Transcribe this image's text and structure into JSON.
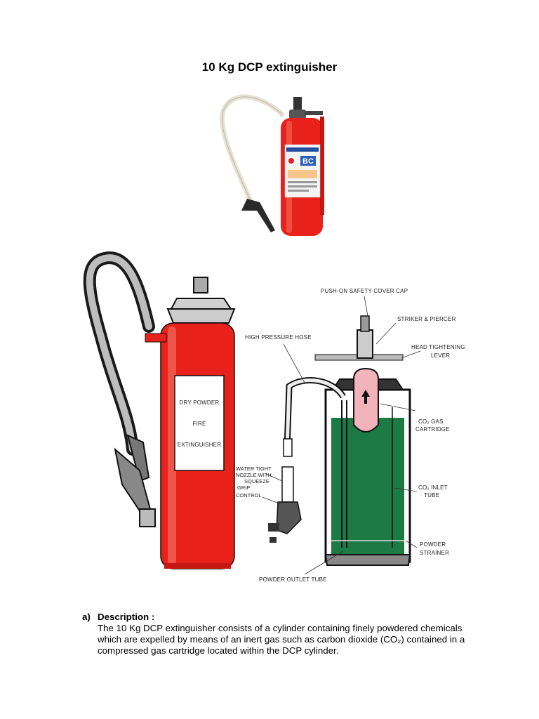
{
  "title": "10 Kg DCP extinguisher",
  "photo": {
    "label_letters": "BC"
  },
  "diagram": {
    "cylinder_label": [
      "DRY POWDER",
      "FIRE",
      "EXTINGUISHER"
    ],
    "labels": {
      "safety_cap": "PUSH-ON SAFETY COVER CAP",
      "striker": "STRIKER & PIERCER",
      "hose": "HIGH PRESSURE HOSE",
      "head_lever_1": "HEAD TIGHTENING",
      "head_lever_2": "LEVER",
      "co2_cartridge_1": "CO₂ GAS",
      "co2_cartridge_2": "CARTRIDGE",
      "nozzle_1": "WATER TIGHT",
      "nozzle_2": "NOZZLE WITH",
      "nozzle_3": "SQUEEZE",
      "nozzle_4": "GRIP",
      "control": "CONTROL",
      "co2_inlet_1": "CO₂ INLET",
      "co2_inlet_2": "TUBE",
      "strainer_1": "POWDER",
      "strainer_2": "STRAINER",
      "outlet": "POWDER OUTLET TUBE"
    }
  },
  "description": {
    "number": "a)",
    "heading": "Description :",
    "text": "The 10 Kg DCP extinguisher consists of a cylinder containing finely powdered chemicals which are expelled by means of an inert gas such as carbon dioxide (CO₂) contained in a compressed gas cartridge located within the DCP cylinder."
  },
  "colors": {
    "cylinder_red": "#e8211b",
    "powder_green": "#1c7a45",
    "cartridge_pink": "#f2b3bb"
  }
}
